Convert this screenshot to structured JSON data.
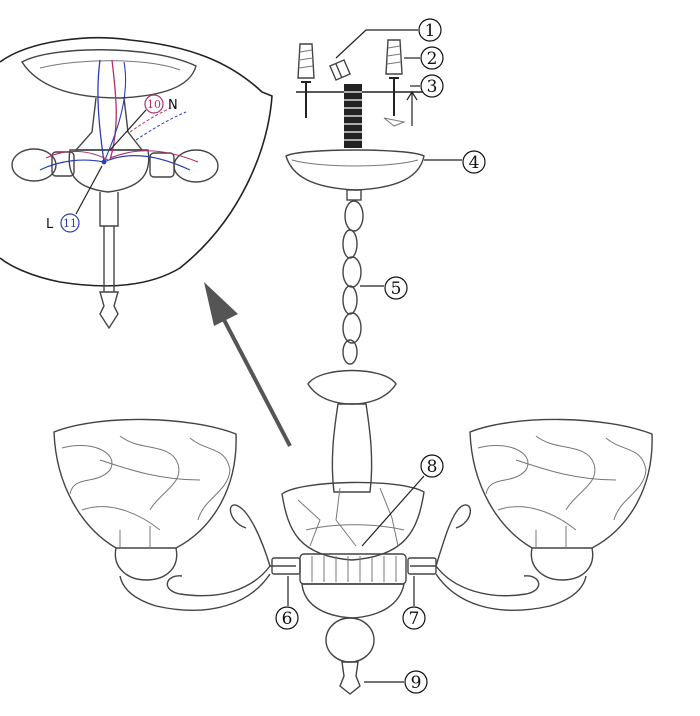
{
  "colors": {
    "line_ink": "#444444",
    "neutral_wire": "#b0306a",
    "live_wire": "#2a3fb0",
    "arrow": "#555555"
  },
  "labels": [
    {
      "id": "1",
      "text": "1",
      "style": "circled",
      "part": "anchor-screw-pair"
    },
    {
      "id": "2",
      "text": "2",
      "style": "circled",
      "part": "wall-plug"
    },
    {
      "id": "3",
      "text": "3",
      "style": "circled",
      "part": "mounting-bracket"
    },
    {
      "id": "4",
      "text": "4",
      "style": "circled",
      "part": "ceiling-canopy"
    },
    {
      "id": "5",
      "text": "5",
      "style": "circled",
      "part": "chain"
    },
    {
      "id": "6",
      "text": "6",
      "style": "circled",
      "part": "left-arm-joint"
    },
    {
      "id": "7",
      "text": "7",
      "style": "circled",
      "part": "right-arm-joint"
    },
    {
      "id": "8",
      "text": "8",
      "style": "circled",
      "part": "center-body-shade"
    },
    {
      "id": "9",
      "text": "9",
      "style": "circled",
      "part": "bottom-finial"
    }
  ],
  "wiring": {
    "neutral": {
      "number": "10",
      "letter": "N"
    },
    "live": {
      "number": "11",
      "letter": "L"
    }
  },
  "icons": [
    "screw-icon",
    "anchor-icon",
    "arrow-icon",
    "chandelier-icon"
  ]
}
